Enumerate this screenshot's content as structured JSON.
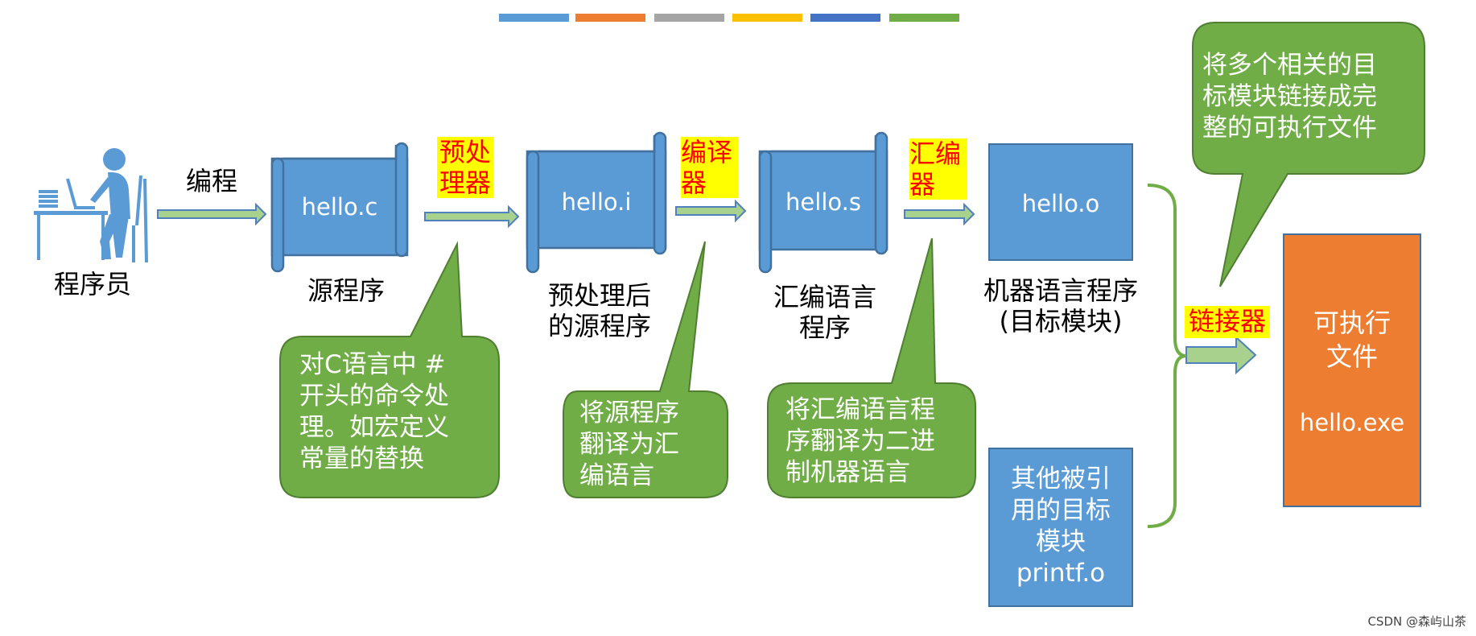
{
  "colors": {
    "blue": "#5b9bd5",
    "blue_dark": "#41719c",
    "green": "#70ad47",
    "green_dark": "#507e32",
    "orange": "#ed7d31",
    "gray": "#a5a5a5",
    "gold": "#ffc000",
    "navy": "#4472c4",
    "arrow_fill": "#a9d18e",
    "arrow_stroke": "#4f81bd",
    "highlight_bg": "#ffff00",
    "highlight_text": "#ff0000"
  },
  "palette_bars": [
    "#5b9bd5",
    "#ed7d31",
    "#a5a5a5",
    "#ffc000",
    "#4472c4",
    "#70ad47"
  ],
  "programmer": {
    "label": "程序员",
    "icon": "programmer-at-computer-icon"
  },
  "steps": {
    "edit_label": "编程",
    "preprocessor": [
      "预处",
      "理器"
    ],
    "compiler": [
      "编译",
      "器"
    ],
    "assembler": [
      "汇编",
      "器"
    ],
    "linker": "链接器"
  },
  "files": {
    "source": {
      "name": "hello.c",
      "caption": "源程序"
    },
    "preprocessed": {
      "name": "hello.i",
      "caption": [
        "预处理后",
        "的源程序"
      ]
    },
    "assembly": {
      "name": "hello.s",
      "caption": [
        "汇编语言",
        "程序"
      ]
    },
    "object": {
      "name": "hello.o",
      "caption": [
        "机器语言程序",
        "(目标模块)"
      ]
    },
    "other_objects": {
      "lines": [
        "其他被引",
        "用的目标",
        "模块",
        "printf.o"
      ]
    },
    "executable": {
      "lines": [
        "可执行",
        "文件"
      ],
      "name": "hello.exe"
    }
  },
  "callouts": {
    "preprocess": [
      "对C语言中 #",
      "开头的命令处",
      "理。如宏定义",
      "常量的替换"
    ],
    "compile": [
      "将源程序",
      "翻译为汇",
      "编语言"
    ],
    "assemble": [
      "将汇编语言程",
      "序翻译为二进",
      "制机器语言"
    ],
    "link": [
      "将多个相关的目",
      "标模块链接成完",
      "整的可执行文件"
    ]
  },
  "footer": "CSDN @森屿山茶"
}
